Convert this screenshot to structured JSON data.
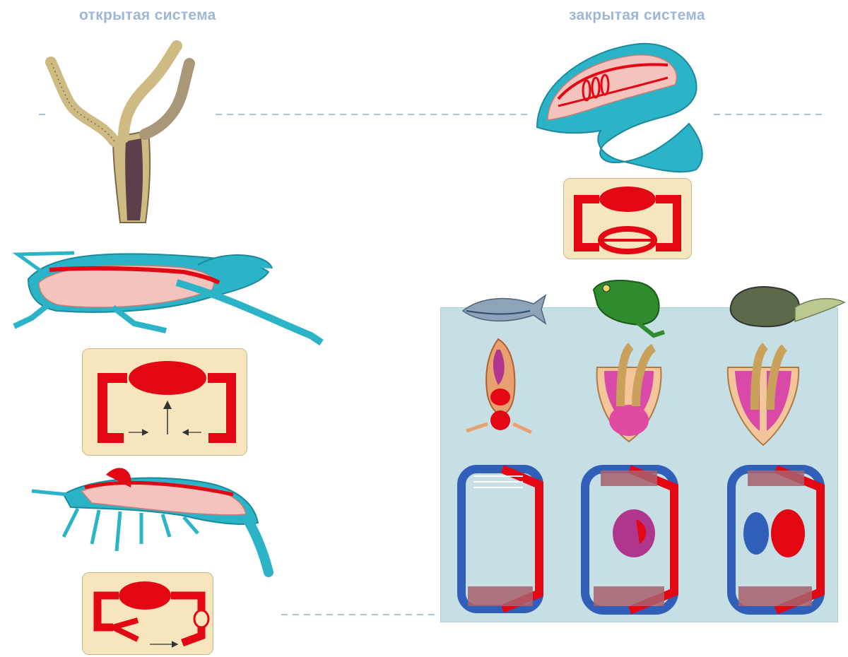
{
  "headings": {
    "open": "открытая система",
    "closed": "закрытая система"
  },
  "colors": {
    "heading": "#9fb6d4",
    "vessel_red": "#e30613",
    "vein_blue": "#2f5fb8",
    "animal_cyan": "#2bb3c7",
    "schema_box": "#f7e6bd",
    "panel": "#c6dfe5",
    "dashed_line": "#8fb0cf"
  },
  "illustrations": {
    "open_system": [
      "hydra",
      "grasshopper",
      "shrimp"
    ],
    "closed_system": [
      "earthworm",
      "fish",
      "frog",
      "reptile"
    ]
  }
}
